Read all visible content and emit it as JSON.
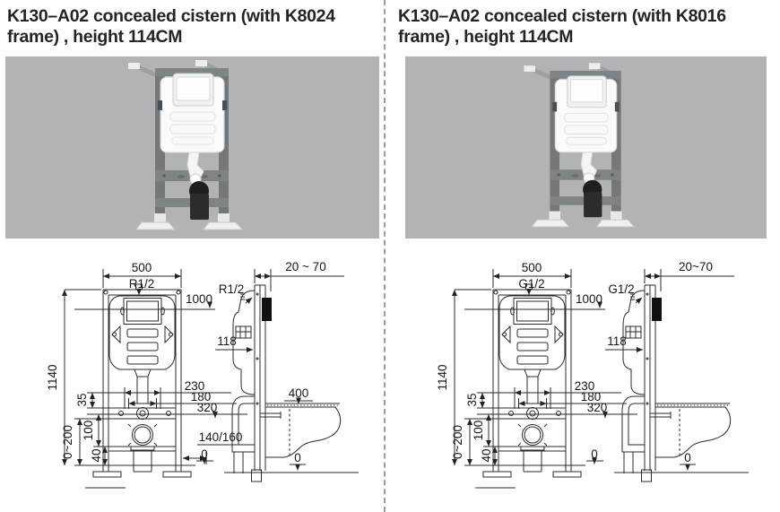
{
  "panels": [
    {
      "title": "K130–A02 concealed cistern (with K8024 frame) , height 114CM",
      "dims": {
        "frame_width": "500",
        "water_inlet": "R1/2",
        "frame_height": "1140",
        "actuator_center_height": "1000",
        "water_inlet_side": "R1/2",
        "wall_distance": "20 ~ 70",
        "inlet_depth": "118",
        "fixing_width_outer": "230",
        "fixing_width_inner": "180",
        "outlet_center_height": "320",
        "dim_35": "35",
        "dim_100": "100",
        "dim_40": "40",
        "foot_adjust_range": "0~200",
        "outlet_pipe_options": "140/160",
        "floor_level_front": "0",
        "bowl_top_height": "400",
        "floor_level_side": "0"
      }
    },
    {
      "title": "K130–A02 concealed cistern (with K8016 frame) , height 114CM",
      "dims": {
        "frame_width": "500",
        "water_inlet": "G1/2",
        "frame_height": "1140",
        "actuator_center_height": "1000",
        "water_inlet_side": "G1/2",
        "wall_distance": "20~70",
        "inlet_depth": "118",
        "fixing_width_outer": "230",
        "fixing_width_inner": "180",
        "outlet_center_height": "320",
        "dim_35": "35",
        "dim_100": "100",
        "dim_40": "40",
        "foot_adjust_range": "0~200",
        "floor_level_front": "0",
        "floor_level_side": "0"
      }
    }
  ]
}
